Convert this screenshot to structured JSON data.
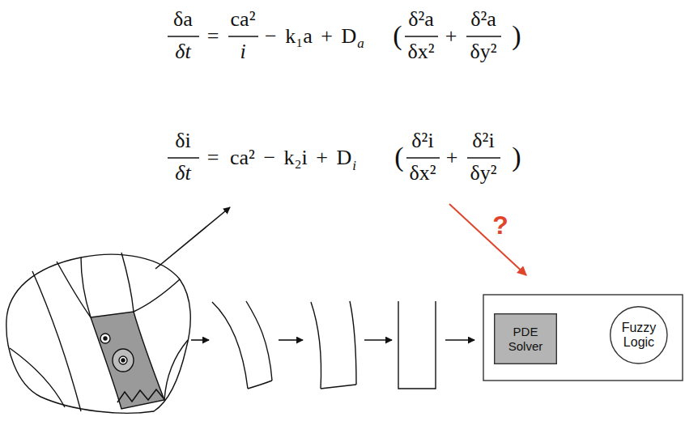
{
  "diagram": {
    "nodes": [
      {
        "text": [
          "PDE Solver"
        ]
      },
      {
        "text": [
          "Fuzzy Logic"
        ]
      }
    ],
    "labels": [
      "δa",
      "δt",
      "=",
      "ca²",
      "i",
      "− k₁a + D",
      "a",
      "(",
      "δ²a",
      "δx²",
      "+",
      "δ²a",
      "δy²",
      ")",
      "δi",
      "δt",
      "=",
      "ca² − k₂i + D",
      "i",
      "(",
      "δ²i",
      "δx²",
      "+",
      "δ²i",
      "δy²",
      ")",
      "?"
    ]
  }
}
